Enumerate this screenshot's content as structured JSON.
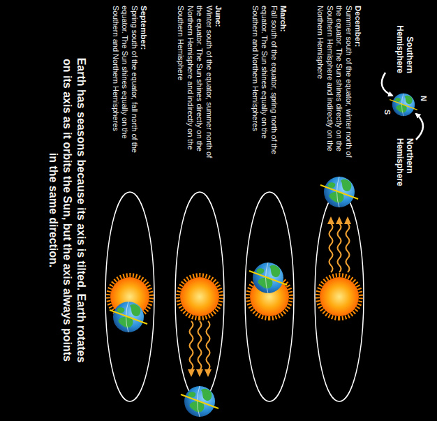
{
  "diagram": {
    "title": "Earth has seasons because its axis is tilted. Earth rotates on its axis as it orbits the Sun, but the axis always points in the same direction.",
    "labels": [
      "N",
      "S",
      "Southern Hemisphere",
      "Northern Hemisphere",
      "December:",
      "Summer south of the equator, winter north of the equator. The Sun shines directly on the Southern Hemisphere and indirectly on the Northern Hemisphere",
      "March:",
      "Fall south of the equator, spring north of the equator. The Sun shines equally on the Southern and Northern Hemispheres",
      "June:",
      "Winter south of the equator, summer north of the equator. The Sun shines directly on the Northern Hemisphere and indirectly on the Southern Hemisphere",
      "September:",
      "Spring south of the equator, fall north of the equator. The Sun shines equally on the Southern and Northern Hemispheres"
    ]
  }
}
